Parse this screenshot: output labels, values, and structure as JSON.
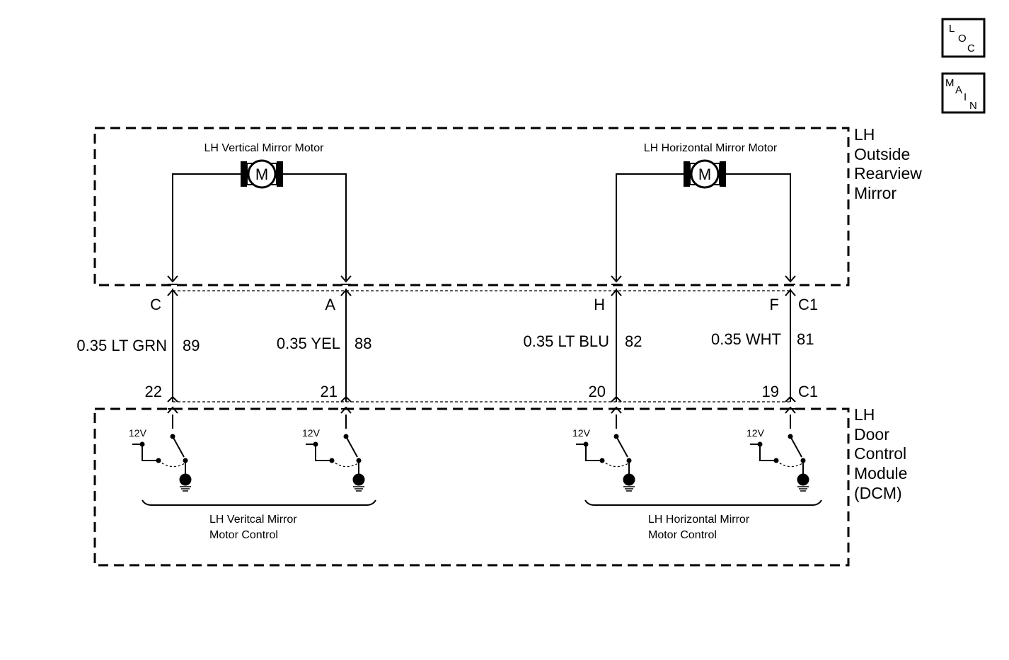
{
  "nav": {
    "loc": [
      "L",
      "O",
      "C"
    ],
    "main": [
      "M",
      "A",
      "I",
      "N"
    ]
  },
  "modules": {
    "mirror": {
      "lines": [
        "LH",
        "Outside",
        "Rearview",
        "Mirror"
      ]
    },
    "dcm": {
      "lines": [
        "LH",
        "Door",
        "Control",
        "Module",
        "(DCM)"
      ]
    }
  },
  "motors": {
    "vertical": {
      "title": "LH Vertical Mirror Motor",
      "symbol": "M"
    },
    "horizontal": {
      "title": "LH Horizontal Mirror Motor",
      "symbol": "M"
    }
  },
  "connectors": {
    "top_name": "C1",
    "bottom_name": "C1"
  },
  "circuits": [
    {
      "top_pin": "C",
      "wire": "0.35 LT GRN",
      "circuit": "89",
      "bottom_pin": "22"
    },
    {
      "top_pin": "A",
      "wire": "0.35 YEL",
      "circuit": "88",
      "bottom_pin": "21"
    },
    {
      "top_pin": "H",
      "wire": "0.35 LT BLU",
      "circuit": "82",
      "bottom_pin": "20"
    },
    {
      "top_pin": "F",
      "wire": "0.35 WHT",
      "circuit": "81",
      "bottom_pin": "19"
    }
  ],
  "switches": {
    "supply": "12V"
  },
  "controls": {
    "vertical": [
      "LH Veritcal Mirror",
      "Motor Control"
    ],
    "horizontal": [
      "LH Horizontal Mirror",
      "Motor Control"
    ]
  }
}
